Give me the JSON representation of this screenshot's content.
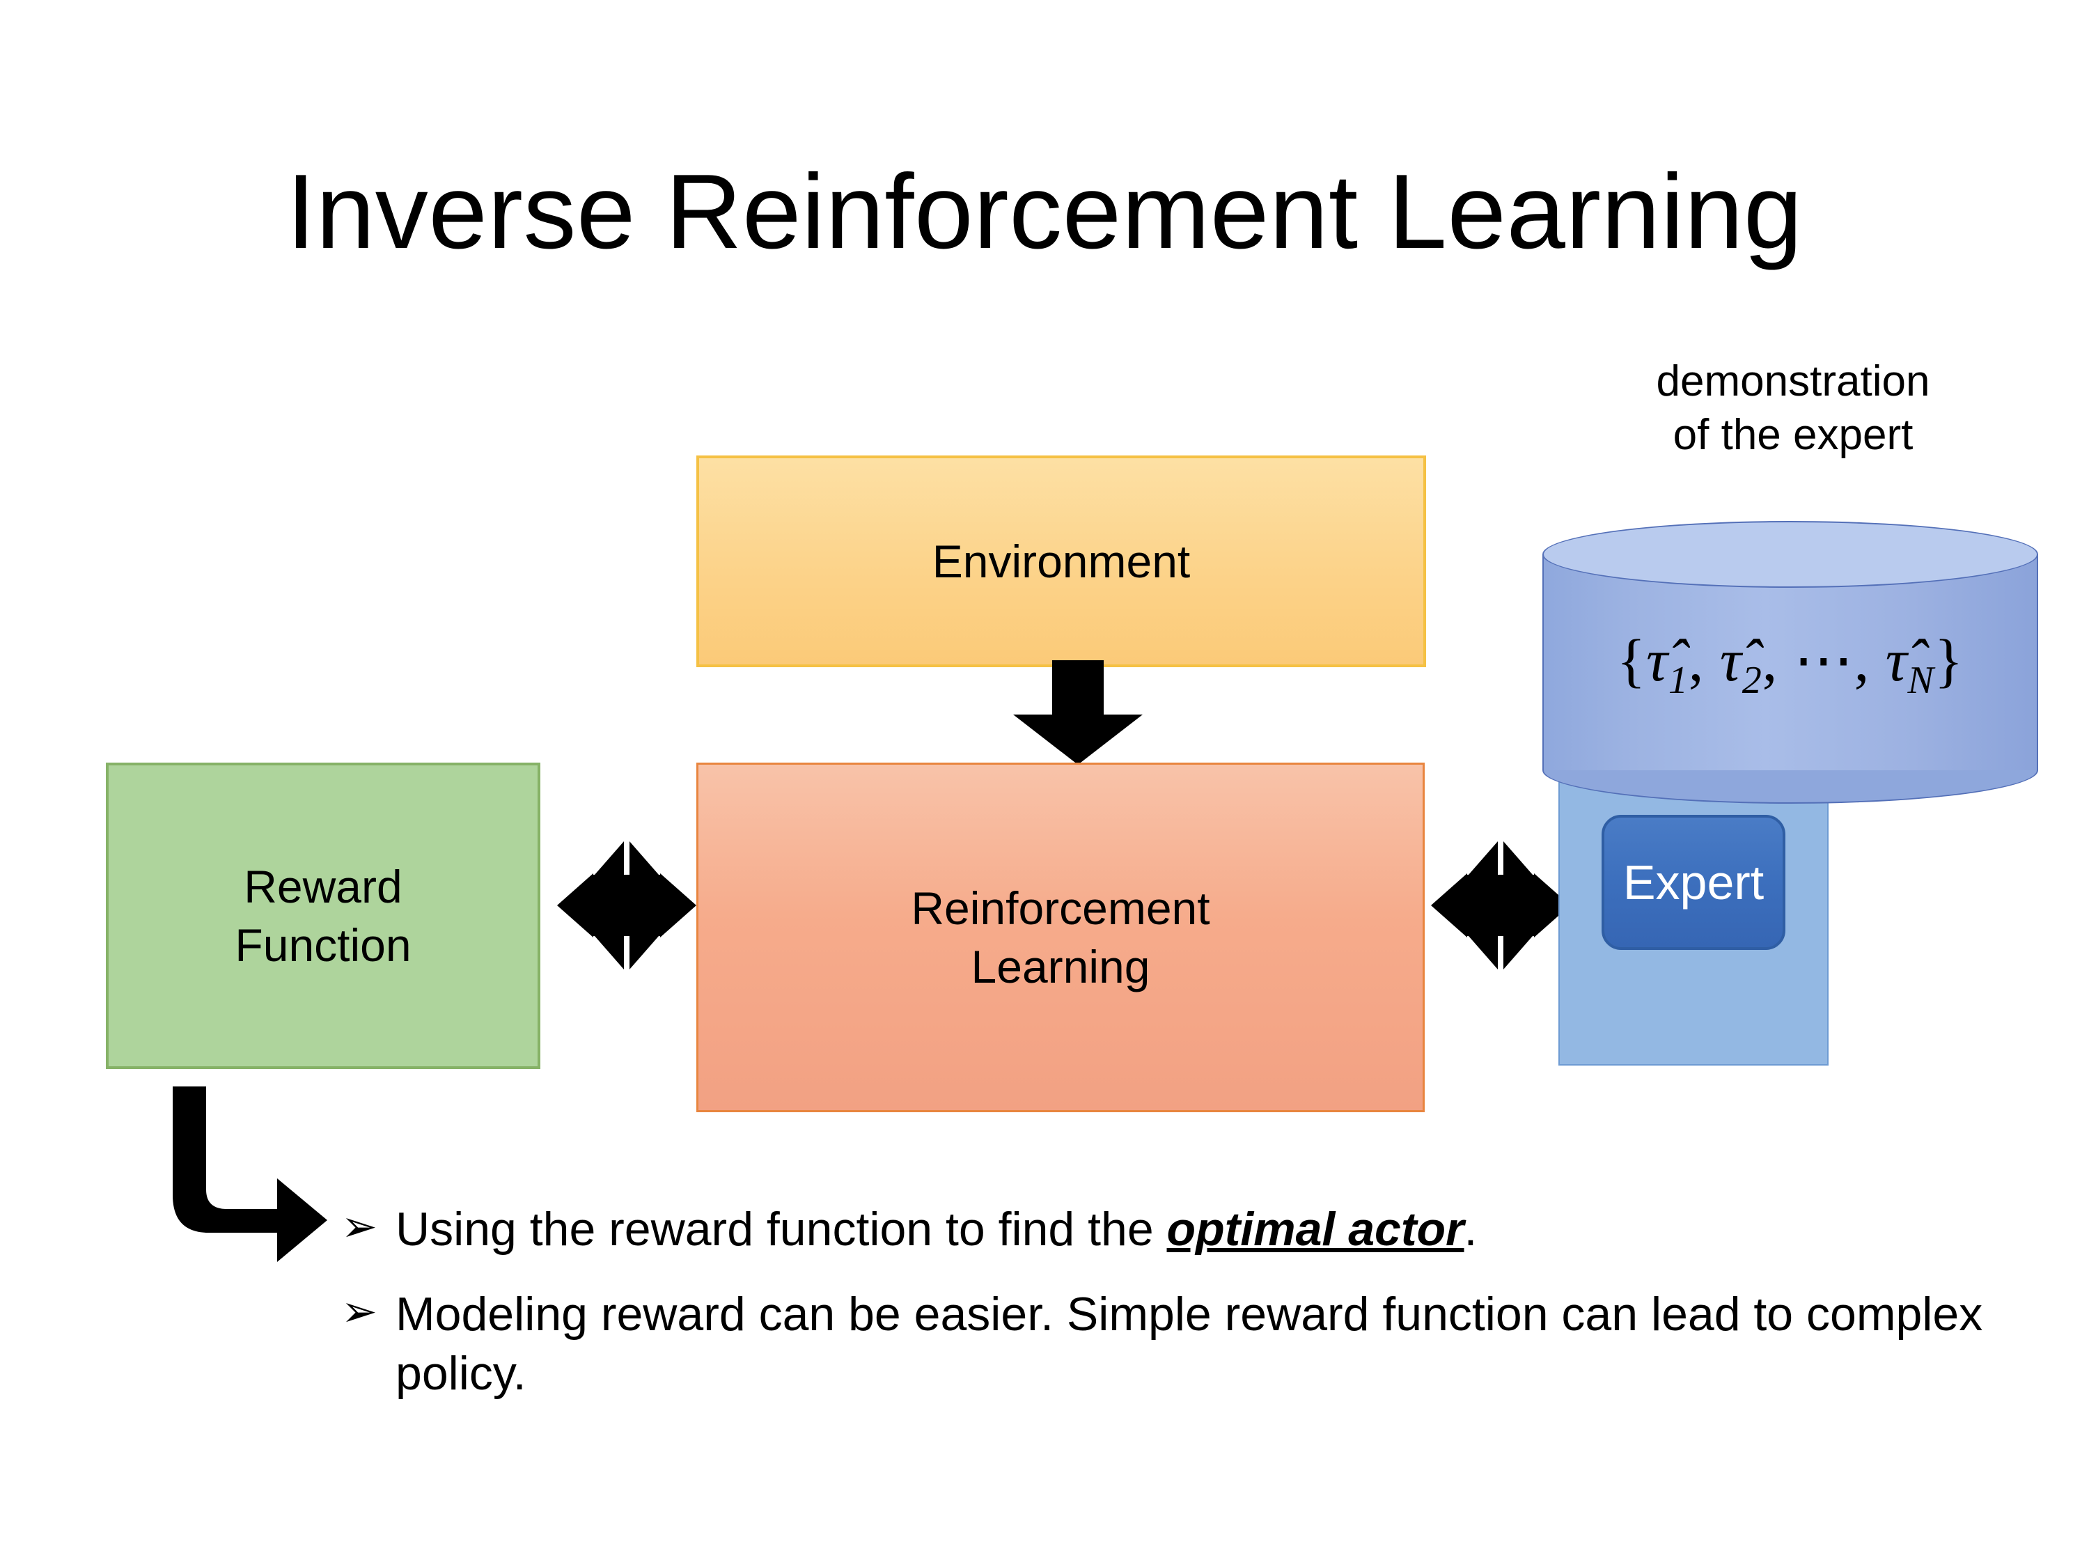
{
  "slide": {
    "title": "Inverse Reinforcement Learning",
    "background_color": "#FFFFFF"
  },
  "diagram": {
    "environment_box": {
      "label": "Environment",
      "fill_color": "#FCD38A",
      "border_color": "#F5C144"
    },
    "reward_box": {
      "label_line1": "Reward",
      "label_line2": "Function",
      "fill_color": "#AED49C",
      "border_color": "#86B267"
    },
    "rl_box": {
      "label_line1": "Reinforcement",
      "label_line2": "Learning",
      "fill_color": "#F6AB8B",
      "border_color": "#E8853F"
    },
    "expert_group": {
      "caption_line1": "demonstration",
      "caption_line2": "of the expert",
      "cylinder_label_open": "{",
      "cylinder_label": "τ̂1, τ̂2, ⋯, τ̂N",
      "cylinder_label_close": "}",
      "trajectory_symbol": "τ̂",
      "trajectory_indices": [
        "1",
        "2",
        "⋯",
        "N"
      ],
      "cylinder_fill_color": "#A9BDE8",
      "cylinder_border_color": "#5470B8",
      "panel_fill_color": "#93B8E3",
      "expert_button_label": "Expert",
      "expert_button_fill": "#3C6FBD",
      "expert_button_text_color": "#FFFFFF"
    },
    "arrows": {
      "environment_to_rl": "down-arrow",
      "reward_to_rl": "quad-arrow",
      "rl_to_expert": "quad-arrow",
      "reward_to_bullets": "elbow-arrow",
      "color": "#000000"
    }
  },
  "bullets": [
    {
      "marker": "➢",
      "prefix": "Using the reward function to find the ",
      "emphasis": "optimal actor",
      "suffix": "."
    },
    {
      "marker": "➢",
      "prefix": "Modeling reward can be easier. Simple reward function can lead to complex policy.",
      "emphasis": "",
      "suffix": ""
    }
  ]
}
